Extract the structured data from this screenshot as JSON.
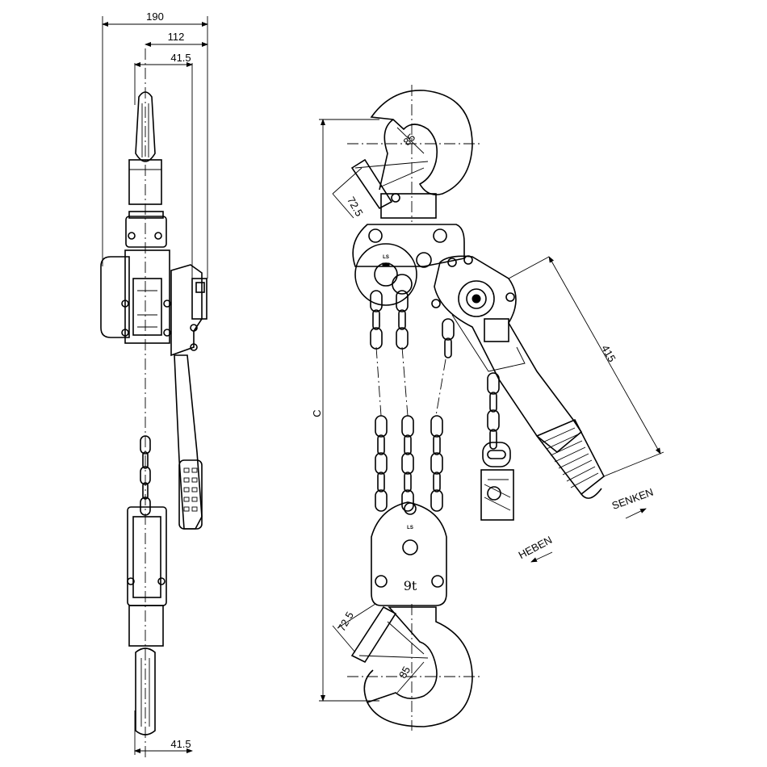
{
  "dimensions": {
    "overall_width": "190",
    "half_width": "112",
    "hook_offset_top": "41.5",
    "hook_offset_bottom": "41.5",
    "top_hook_opening": "85",
    "top_latch_angle": "72.5",
    "bottom_latch_angle": "72.5",
    "bottom_hook_opening": "85",
    "lever_length": "415",
    "overall_height": "C"
  },
  "labels": {
    "upper_block_mark": "LS",
    "lower_block_mark": "LS",
    "capacity": "9t",
    "lift_direction": "HEBEN",
    "lower_direction": "SENKEN"
  }
}
